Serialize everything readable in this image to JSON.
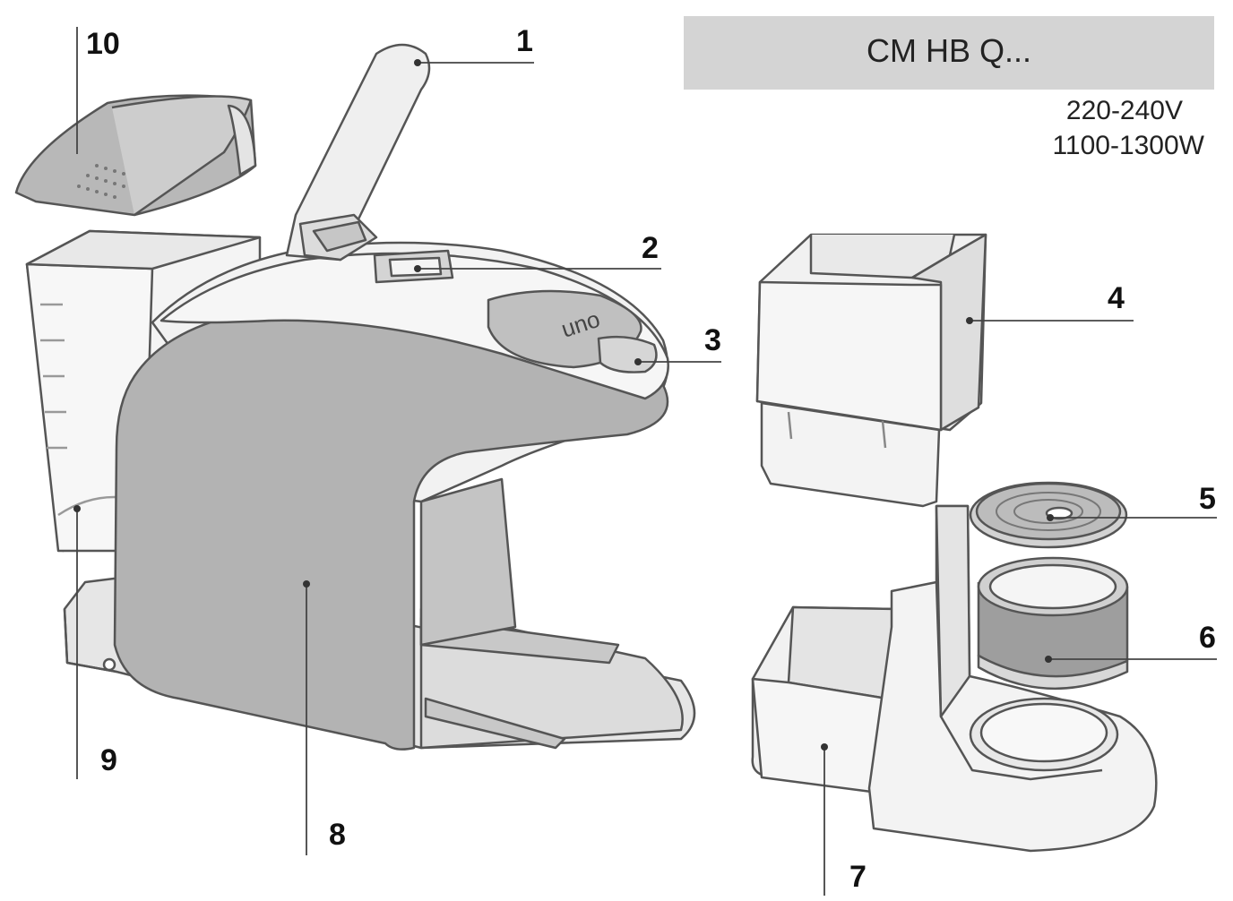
{
  "header": {
    "model": "CM HB Q...",
    "voltage": "220-240V",
    "wattage": "1100-1300W"
  },
  "labels": {
    "p1": "1",
    "p2": "2",
    "p3": "3",
    "p4": "4",
    "p5": "5",
    "p6": "6",
    "p7": "7",
    "p8": "8",
    "p9": "9",
    "p10": "10"
  },
  "brand": "uno",
  "colors": {
    "panel_gray": "#b3b3b3",
    "light_gray": "#efefef",
    "outline": "#555555",
    "header_bg": "#d4d4d4"
  }
}
